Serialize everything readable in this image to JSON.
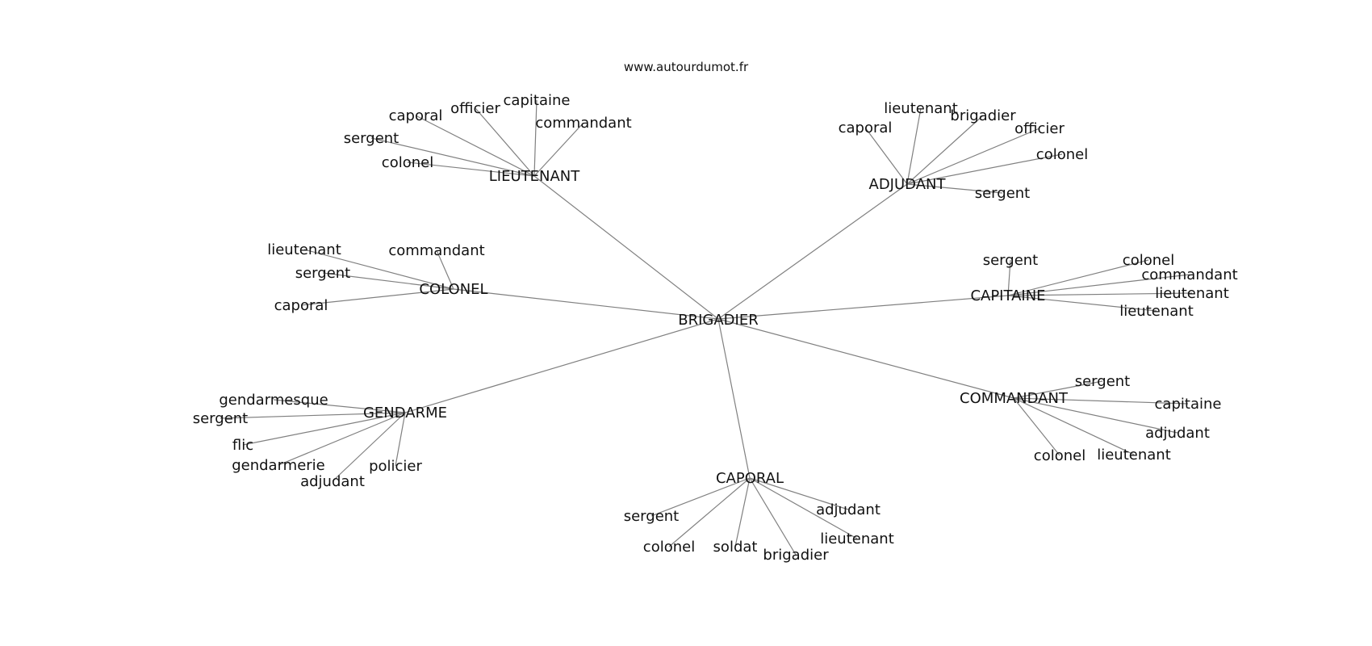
{
  "site": "www.autourdumot.fr",
  "center": "BRIGADIER",
  "edge_color": "#808080",
  "clusters": [
    {
      "id": "lieutenant",
      "label": "LIEUTENANT",
      "words": [
        "sergent",
        "caporal",
        "officier",
        "capitaine",
        "commandant",
        "colonel"
      ]
    },
    {
      "id": "adjudant",
      "label": "ADJUDANT",
      "words": [
        "caporal",
        "lieutenant",
        "brigadier",
        "officier",
        "colonel",
        "sergent"
      ]
    },
    {
      "id": "colonel",
      "label": "COLONEL",
      "words": [
        "lieutenant",
        "commandant",
        "sergent",
        "caporal"
      ]
    },
    {
      "id": "capitaine",
      "label": "CAPITAINE",
      "words": [
        "sergent",
        "colonel",
        "commandant",
        "lieutenant",
        "lieutenant"
      ]
    },
    {
      "id": "gendarme",
      "label": "GENDARME",
      "words": [
        "gendarmesque",
        "sergent",
        "flic",
        "gendarmerie",
        "adjudant",
        "policier"
      ]
    },
    {
      "id": "commandant",
      "label": "COMMANDANT",
      "words": [
        "sergent",
        "capitaine",
        "adjudant",
        "lieutenant",
        "colonel"
      ]
    },
    {
      "id": "caporal",
      "label": "CAPORAL",
      "words": [
        "sergent",
        "adjudant",
        "lieutenant",
        "colonel",
        "soldat",
        "brigadier"
      ]
    }
  ]
}
